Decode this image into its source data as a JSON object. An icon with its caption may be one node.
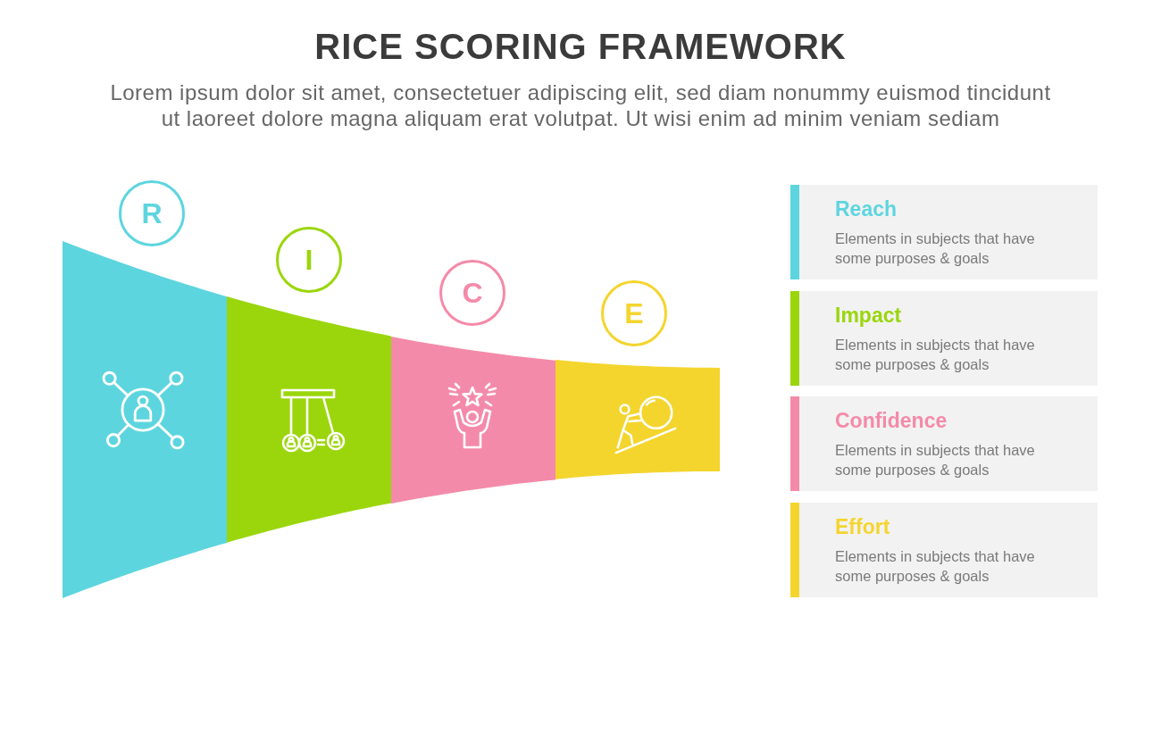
{
  "diagram": {
    "title": "RICE SCORING FRAMEWORK",
    "nodes": [
      {
        "text": [
          "R"
        ]
      },
      {
        "text": [],
        "shape": "band"
      },
      {
        "text": [
          "I"
        ]
      },
      {
        "text": [],
        "shape": "band"
      },
      {
        "text": [
          "C"
        ]
      },
      {
        "text": [],
        "shape": "band"
      },
      {
        "text": [
          "E"
        ]
      },
      {
        "text": [],
        "shape": "band"
      },
      {
        "text": [
          "Reach",
          "Elements in subjects that have some purposes & goals"
        ]
      },
      {
        "text": [
          "Impact",
          "Elements in subjects that have some purposes & goals"
        ]
      },
      {
        "text": [
          "Confidence",
          "Elements in subjects that have some purposes & goals"
        ]
      },
      {
        "text": [
          "Effort",
          "Elements in subjects that have some purposes & goals"
        ]
      }
    ],
    "labels": [
      "Lorem ipsum dolor sit amet, consectetuer adipiscing elit, sed diam nonummy euismod tincidunt ut laoreet dolore magna aliquam erat volutpat. Ut wisi enim ad minim veniam sediam"
    ]
  }
}
